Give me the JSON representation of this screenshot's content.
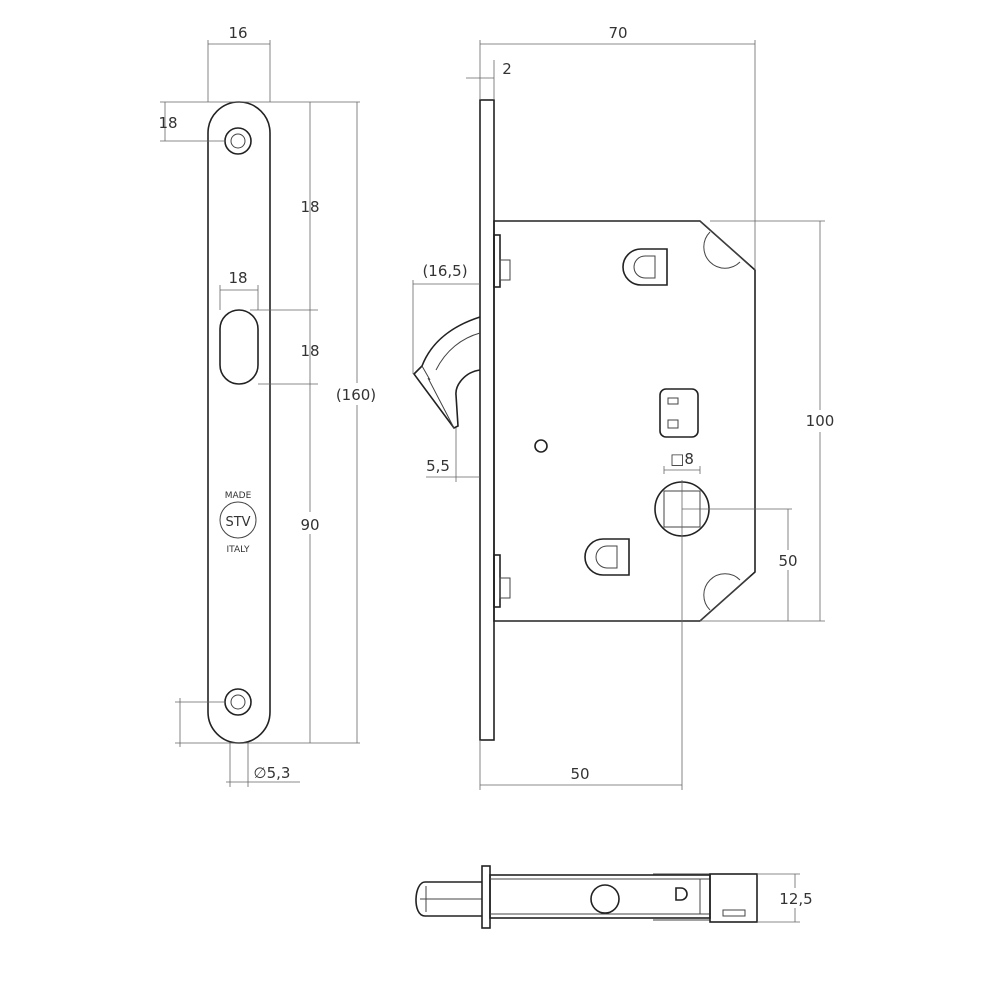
{
  "title": "Sliding door hook lock technical drawing",
  "colors": {
    "line": "#222222",
    "dim": "#666666",
    "background": "#ffffff"
  },
  "faceplate": {
    "width": "16",
    "top_hole_offset": "18",
    "slot_width": "18",
    "hole_to_slot": "18",
    "slot_height": "18",
    "slot_to_hole": "90",
    "total_length": "(160)",
    "hole_diameter": "∅5,3",
    "logo": {
      "top": "MADE",
      "center": "STV",
      "bottom": "ITALY"
    }
  },
  "body": {
    "depth": "70",
    "plate_thickness": "2",
    "hook_projection": "(16,5)",
    "hook_offset": "5,5",
    "spindle_square": "□8",
    "height": "100",
    "spindle_height": "50",
    "backset": "50"
  },
  "side_view": {
    "thickness": "12,5"
  }
}
